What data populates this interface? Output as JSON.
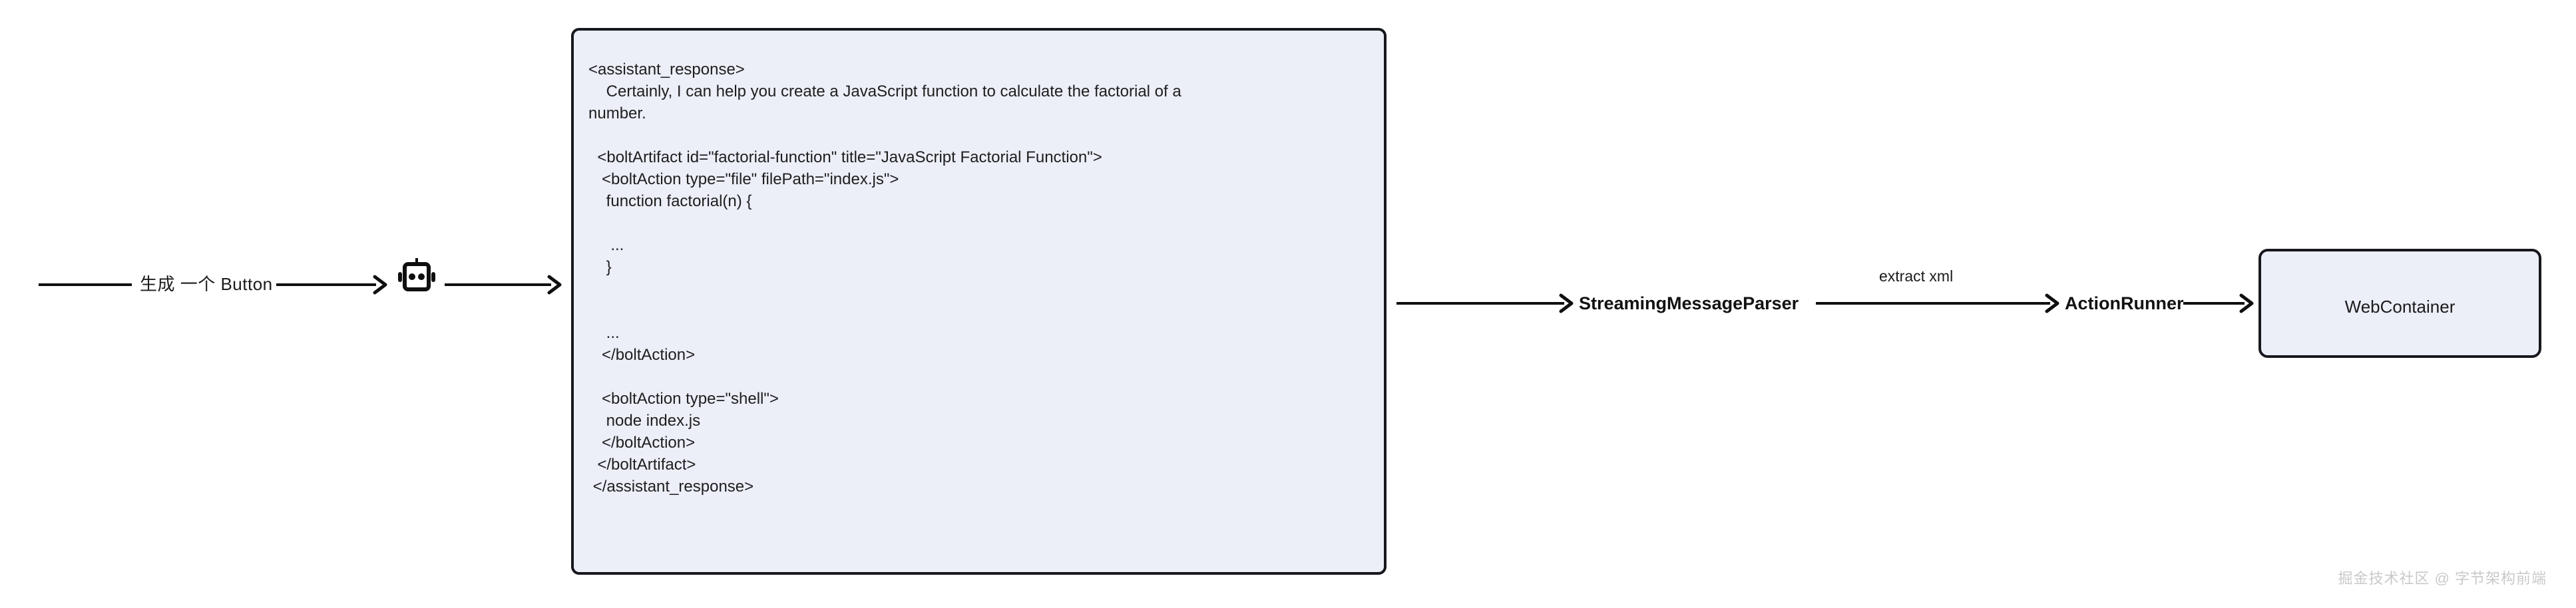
{
  "diagram": {
    "title": "bolt.new streaming message pipeline",
    "colors": {
      "stroke": "#0f0f0f",
      "node_fill": "#eceef8",
      "node_border": "#16181d",
      "text": "#1b1b1b",
      "watermark": "#c9c9c9"
    },
    "edges": [
      {
        "id": "edge-user-prompt",
        "label": "生成 一个 Button"
      },
      {
        "id": "edge-llm-to-stream",
        "label": ""
      },
      {
        "id": "edge-extract-xml",
        "label": "extract xml"
      },
      {
        "id": "edge-actionrunner-to-webcontainer",
        "label": ""
      }
    ],
    "nodes": {
      "robot": {
        "icon": "robot-icon"
      },
      "streaming_message_parser": {
        "label": "StreamingMessageParser"
      },
      "action_runner": {
        "label": "ActionRunner"
      },
      "web_container": {
        "label": "WebContainer"
      }
    },
    "code_block": {
      "content": "<assistant_response>\n    Certainly, I can help you create a JavaScript function to calculate the factorial of a\nnumber.\n\n  <boltArtifact id=\"factorial-function\" title=\"JavaScript Factorial Function\">\n   <boltAction type=\"file\" filePath=\"index.js\">\n    function factorial(n) {\n\n     ...\n    }\n\n\n    ...\n   </boltAction>\n\n   <boltAction type=\"shell\">\n    node index.js\n   </boltAction>\n  </boltArtifact>\n </assistant_response>"
    },
    "watermark": "掘金技术社区 @ 字节架构前端"
  }
}
